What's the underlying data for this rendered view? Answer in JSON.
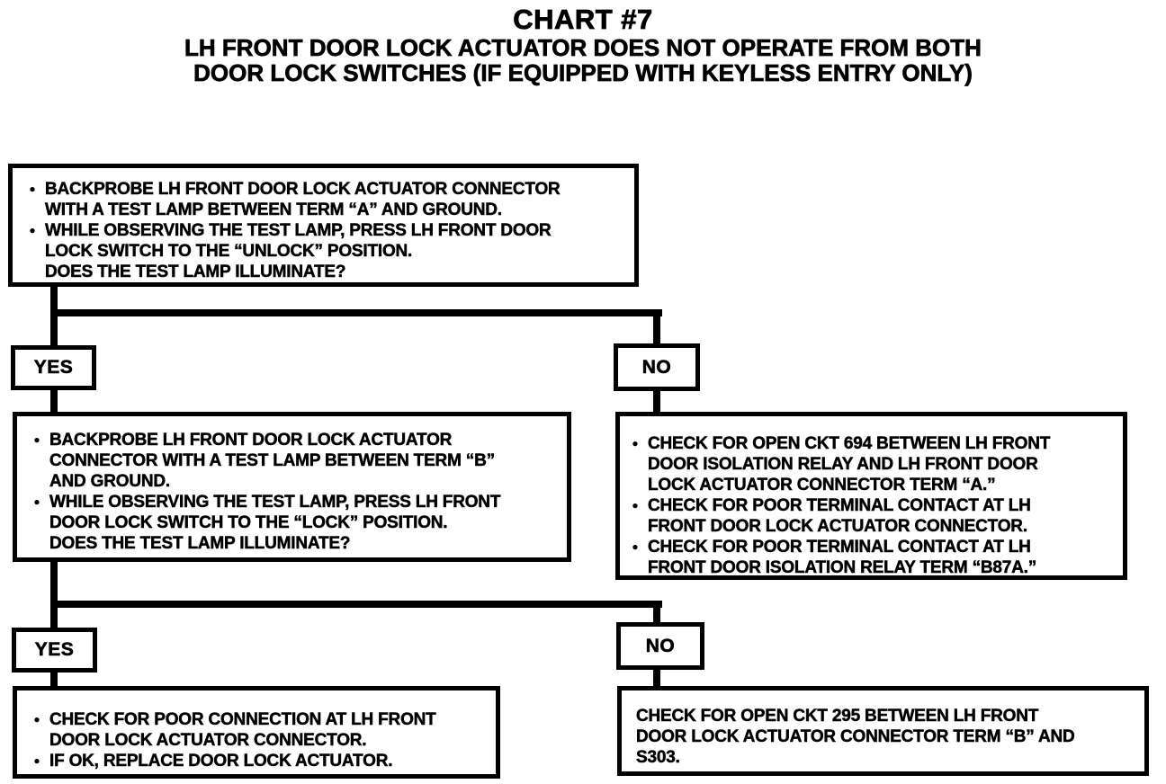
{
  "colors": {
    "ink": "#000000",
    "paper": "#ffffff"
  },
  "bullet_char": "•",
  "title": {
    "chart_number": "CHART #7",
    "subtitle_line1": "LH FRONT DOOR LOCK ACTUATOR DOES NOT OPERATE FROM BOTH",
    "subtitle_line2": "DOOR LOCK SWITCHES (IF EQUIPPED WITH KEYLESS ENTRY ONLY)"
  },
  "labels": {
    "yes1": "YES",
    "no1": "NO",
    "yes2": "YES",
    "no2": "NO"
  },
  "boxes": {
    "step1": {
      "lines": [
        {
          "bullet": true,
          "text": "BACKPROBE LH FRONT DOOR LOCK ACTUATOR CONNECTOR"
        },
        {
          "bullet": false,
          "text": "WITH A TEST LAMP BETWEEN TERM “A” AND GROUND."
        },
        {
          "bullet": true,
          "text": "WHILE OBSERVING THE TEST LAMP, PRESS LH FRONT DOOR"
        },
        {
          "bullet": false,
          "text": "LOCK SWITCH TO THE “UNLOCK” POSITION."
        },
        {
          "bullet": false,
          "text": "DOES THE TEST LAMP ILLUMINATE?"
        }
      ]
    },
    "step2": {
      "lines": [
        {
          "bullet": true,
          "text": "BACKPROBE LH FRONT DOOR LOCK ACTUATOR"
        },
        {
          "bullet": false,
          "text": "CONNECTOR WITH A TEST LAMP BETWEEN TERM “B”"
        },
        {
          "bullet": false,
          "text": "AND GROUND."
        },
        {
          "bullet": true,
          "text": "WHILE OBSERVING THE TEST LAMP, PRESS LH FRONT"
        },
        {
          "bullet": false,
          "text": "DOOR LOCK SWITCH TO THE “LOCK” POSITION."
        },
        {
          "bullet": false,
          "text": "DOES THE TEST LAMP ILLUMINATE?"
        }
      ]
    },
    "ckt694": {
      "lines": [
        {
          "bullet": true,
          "text": "CHECK FOR OPEN CKT 694 BETWEEN LH FRONT"
        },
        {
          "bullet": false,
          "text": "DOOR ISOLATION RELAY AND LH FRONT DOOR"
        },
        {
          "bullet": false,
          "text": "LOCK ACTUATOR CONNECTOR TERM “A.”"
        },
        {
          "bullet": true,
          "text": "CHECK FOR POOR TERMINAL CONTACT AT LH"
        },
        {
          "bullet": false,
          "text": "FRONT DOOR LOCK ACTUATOR CONNECTOR."
        },
        {
          "bullet": true,
          "text": "CHECK FOR POOR TERMINAL CONTACT AT LH"
        },
        {
          "bullet": false,
          "text": "FRONT DOOR ISOLATION RELAY TERM “B87A.”"
        }
      ]
    },
    "repair": {
      "lines": [
        {
          "bullet": true,
          "text": "CHECK FOR POOR CONNECTION AT LH FRONT"
        },
        {
          "bullet": false,
          "text": "DOOR LOCK ACTUATOR CONNECTOR."
        },
        {
          "bullet": true,
          "text": "IF OK, REPLACE DOOR LOCK ACTUATOR."
        }
      ]
    },
    "ckt295": {
      "lines": [
        {
          "bullet": false,
          "text": "CHECK FOR OPEN CKT 295 BETWEEN LH FRONT"
        },
        {
          "bullet": false,
          "text": "DOOR LOCK ACTUATOR CONNECTOR TERM “B” AND"
        },
        {
          "bullet": false,
          "text": "S303."
        }
      ]
    }
  }
}
